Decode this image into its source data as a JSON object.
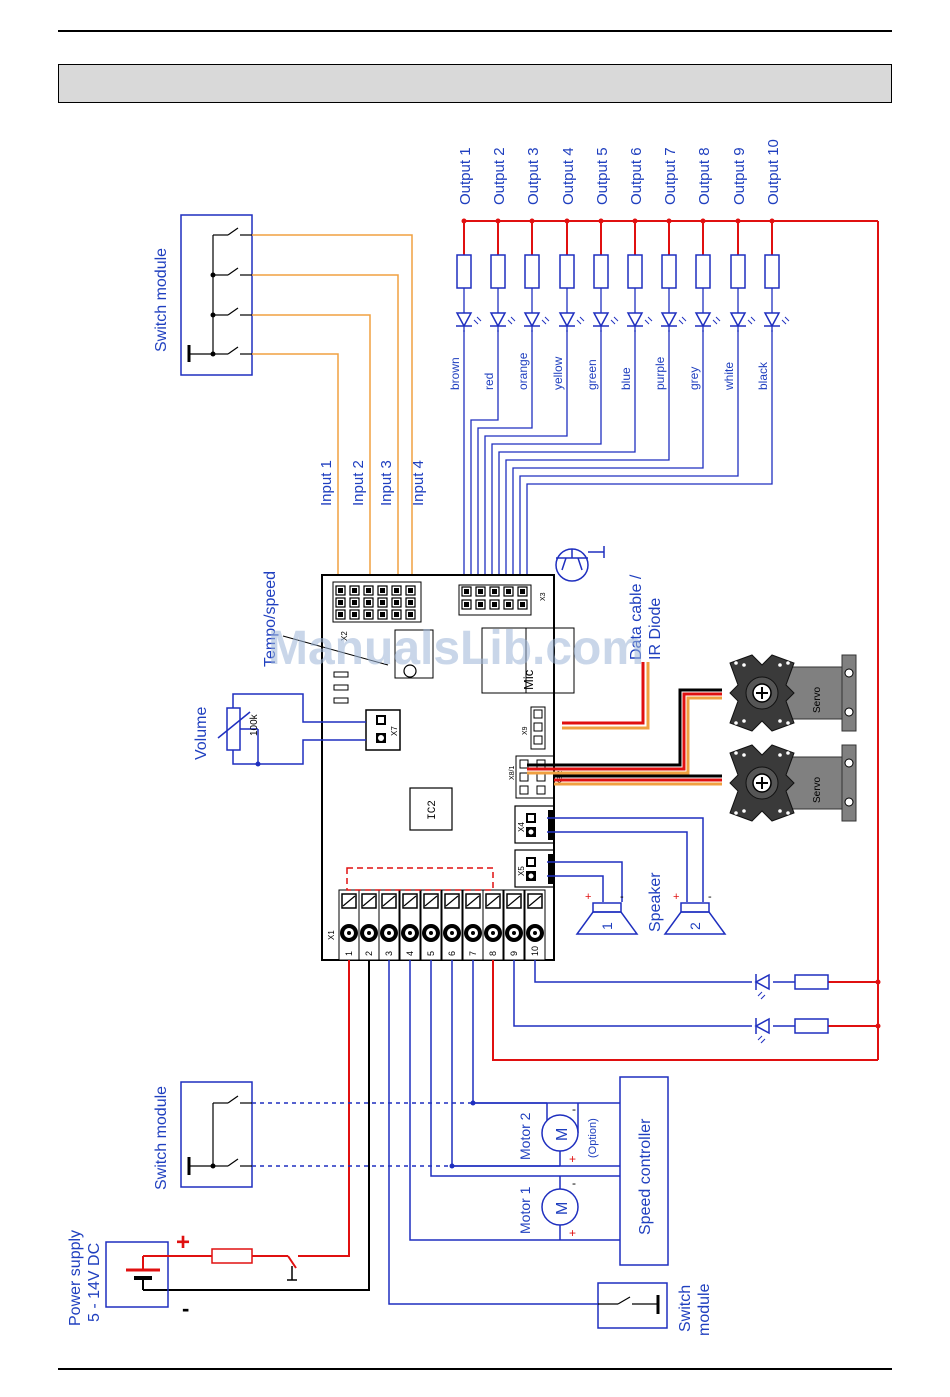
{
  "header": {
    "title": ""
  },
  "watermark": "ManualsLib.com",
  "outputs": [
    "Output 1",
    "Output 2",
    "Output 3",
    "Output 4",
    "Output 5",
    "Output 6",
    "Output 7",
    "Output 8",
    "Output 9",
    "Output 10"
  ],
  "wire_colors": [
    "brown",
    "red",
    "orange",
    "yellow",
    "green",
    "blue",
    "purple",
    "grey",
    "white",
    "black"
  ],
  "inputs": [
    "Input 1",
    "Input 2",
    "Input 3",
    "Input 4"
  ],
  "labels": {
    "switch_module_top": "Switch module",
    "switch_module_mid": "Switch module",
    "switch_module_bottom_line1": "Switch",
    "switch_module_bottom_line2": "module",
    "tempo": "Tempo/speed",
    "volume": "Volume",
    "pot_value": "100k",
    "data_cable_line1": "Data cable /",
    "data_cable_line2": "IR Diode",
    "speaker": "Speaker",
    "speaker1": "1",
    "speaker2": "2",
    "motor2": "Motor 2",
    "motor2_option": "(Option)",
    "motor1": "Motor 1",
    "speed_controller": "Speed controller",
    "power_line1": "Power supply",
    "power_line2": "5 - 14V DC",
    "plus": "+",
    "minus": "-",
    "servo": "Servo",
    "motor_symbol": "M",
    "ic2": "IC2",
    "mic": "Mic",
    "x1": "X1",
    "x2": "X2",
    "x3": "X3",
    "x4": "X4",
    "x5": "X5",
    "x7": "X7",
    "x8a": "X8/1",
    "x8b": "X8/2",
    "x9": "X9"
  },
  "terminal_numbers": [
    "1",
    "2",
    "3",
    "4",
    "5",
    "6",
    "7",
    "8",
    "9",
    "10"
  ],
  "colors": {
    "blue_wire": "#1f2fbf",
    "red_wire": "#e01010",
    "orange_wire": "#f0a040",
    "text": "#1f3fbf"
  }
}
